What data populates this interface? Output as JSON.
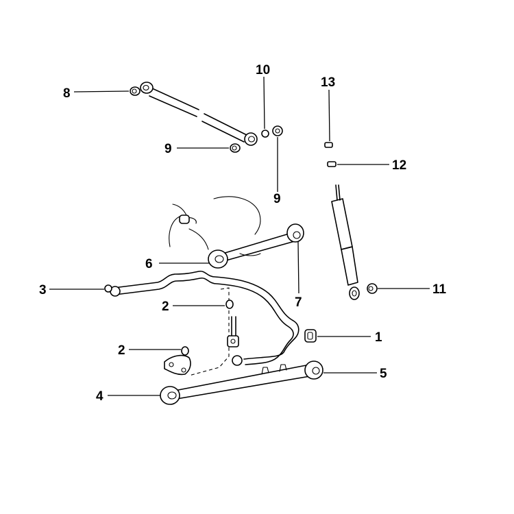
{
  "diagram": {
    "callouts": [
      {
        "id": "c1",
        "text": "1"
      },
      {
        "id": "c2a",
        "text": "2"
      },
      {
        "id": "c2b",
        "text": "2"
      },
      {
        "id": "c3",
        "text": "3"
      },
      {
        "id": "c4",
        "text": "4"
      },
      {
        "id": "c5",
        "text": "5"
      },
      {
        "id": "c6",
        "text": "6"
      },
      {
        "id": "c7",
        "text": "7"
      },
      {
        "id": "c8",
        "text": "8"
      },
      {
        "id": "c9a",
        "text": "9"
      },
      {
        "id": "c9b",
        "text": "9"
      },
      {
        "id": "c10",
        "text": "10"
      },
      {
        "id": "c11",
        "text": "11"
      },
      {
        "id": "c12",
        "text": "12"
      },
      {
        "id": "c13",
        "text": "13"
      }
    ]
  }
}
